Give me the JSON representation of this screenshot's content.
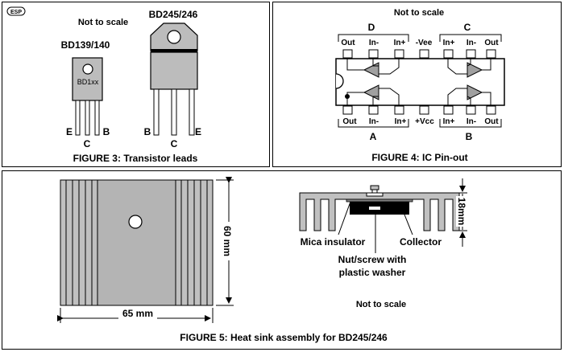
{
  "logo": "ESP",
  "fig3": {
    "not_to_scale": "Not to scale",
    "small_name": "BD139/140",
    "small_body_label": "BD1xx",
    "small_leads": [
      "E",
      "C",
      "B"
    ],
    "large_name": "BD245/246",
    "large_leads": [
      "B",
      "C",
      "E"
    ],
    "caption": "FIGURE 3: Transistor leads"
  },
  "fig4": {
    "not_to_scale": "Not to scale",
    "top_group_left": "D",
    "top_group_right": "C",
    "top_pins": [
      "Out",
      "In-",
      "In+",
      "-Vee",
      "In+",
      "In-",
      "Out"
    ],
    "bottom_pins": [
      "Out",
      "In-",
      "In+",
      "+Vcc",
      "In+",
      "In-",
      "Out"
    ],
    "bottom_group_left": "A",
    "bottom_group_right": "B",
    "caption": "FIGURE 4: IC Pin-out"
  },
  "fig5": {
    "width_dim": "65 mm",
    "height_dim": "60 mm",
    "fin_height_dim": "18mm",
    "mica_label": "Mica insulator",
    "collector_label": "Collector",
    "nut_label_1": "Nut/screw with",
    "nut_label_2": "plastic washer",
    "not_to_scale": "Not to scale",
    "caption": "FIGURE 5: Heat sink assembly for BD245/246"
  }
}
